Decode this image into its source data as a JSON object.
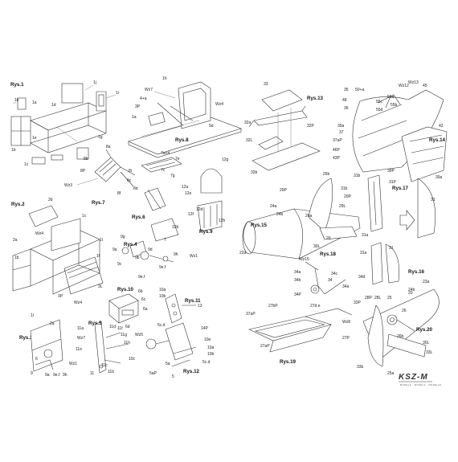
{
  "figures": [
    {
      "title": "Rys.1",
      "parts": [
        "1j",
        "1i",
        "1k",
        "1a",
        "1d",
        "1b",
        "1e",
        "1g",
        "1c"
      ]
    },
    {
      "title": "Rys.8",
      "parts": [
        "1h",
        "Wz7",
        "4+a",
        "3P",
        "1a",
        "Wz4",
        "5d"
      ]
    },
    {
      "title": "Rys.7",
      "parts": [
        "8a",
        "8b",
        "8i",
        "8P",
        "Wz3",
        "8c",
        "8d",
        "8f"
      ]
    },
    {
      "title": "Rys.6",
      "parts": [
        "7a+d",
        "7e",
        "7g",
        "7c",
        "12a",
        "12e",
        "12b",
        "7"
      ]
    },
    {
      "title": "Rys.9",
      "parts": [
        "12g",
        "12d",
        "12f",
        "12h"
      ]
    },
    {
      "title": "Rys.2",
      "parts": [
        "2b",
        "1c",
        "Wz4",
        "1l",
        "2a",
        "1b",
        "1f",
        "3P",
        "Wz4",
        "3L"
      ]
    },
    {
      "title": "Rys.4",
      "parts": [
        "9g",
        "9a",
        "9b",
        "9d",
        "9c",
        "9e.f",
        "9e.f",
        "9h",
        "Wz1"
      ]
    },
    {
      "title": "Rys.10",
      "parts": [
        "6b",
        "6c",
        "6a",
        "6d"
      ]
    },
    {
      "title": "Rys.11",
      "parts": [
        "10a",
        "10b",
        "13"
      ]
    },
    {
      "title": "Rys.3",
      "parts": [
        "1l",
        "2a",
        "6",
        "9",
        "9a",
        "9e.f",
        "9h",
        "Wz1"
      ]
    },
    {
      "title": "Rys.5",
      "parts": [
        "11d",
        "11a",
        "Wz7",
        "11e",
        "11c",
        "11b",
        "11f",
        "11g",
        "11h",
        "Wz5",
        "11",
        "10c"
      ]
    },
    {
      "title": "Rys.12",
      "parts": [
        "5c.d",
        "14P",
        "10e",
        "10a",
        "10b",
        "5c.d",
        "5a",
        "5aP",
        "5"
      ]
    },
    {
      "title": "Rys.13",
      "parts": [
        "33",
        "32a",
        "32L",
        "32b",
        "32P"
      ]
    },
    {
      "title": "Rys.14",
      "parts": [
        "35",
        "50+a",
        "Wz12",
        "Wz13",
        "45",
        "48",
        "36",
        "55c",
        "55d",
        "55a",
        "55b",
        "39a",
        "37",
        "37aP",
        "46P",
        "43P",
        "42",
        "39P",
        "39a"
      ]
    },
    {
      "title": "Rys.15",
      "parts": [
        "26b",
        "29P",
        "31b",
        "20P",
        "24a",
        "29L",
        "24b",
        "20",
        "22a",
        "26a"
      ]
    },
    {
      "title": "Rys.17",
      "parts": [
        "31b",
        "31P",
        "31",
        "31a"
      ]
    },
    {
      "title": "Rys.18",
      "parts": [
        "Wz15",
        "34a",
        "34b",
        "34",
        "34c",
        "34d",
        "34a",
        "34P",
        "30L"
      ]
    },
    {
      "title": "Rys.16",
      "parts": [
        "31a",
        "31",
        "23a",
        "24b"
      ]
    },
    {
      "title": "Rys.19",
      "parts": [
        "27bP",
        "27d.e",
        "37aP",
        "Wz8",
        "27P",
        "27aP"
      ]
    },
    {
      "title": "Rys.20",
      "parts": [
        "33P",
        "28P",
        "28L",
        "25",
        "20",
        "26",
        "26b",
        "30L",
        "33L",
        "33b",
        "25a"
      ]
    }
  ],
  "brand": {
    "name": "KSZ-M",
    "tagline": "MODELE - MODELS - MODELLE"
  }
}
